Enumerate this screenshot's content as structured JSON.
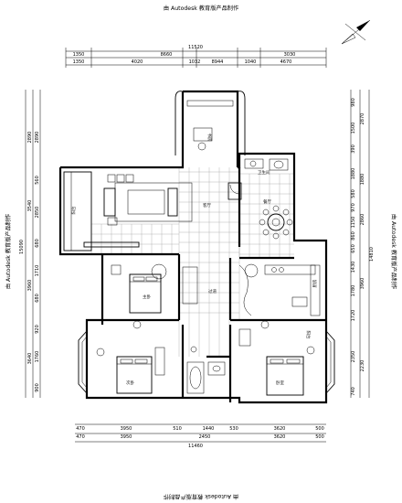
{
  "watermark": "由 Autodesk 教育版产品制作",
  "top_dims": {
    "overall": "11520",
    "row2": [
      "1350",
      "8660",
      "3030"
    ],
    "row3": [
      "1350",
      "4020",
      "1032",
      "8944",
      "1040",
      "4670"
    ]
  },
  "bottom_dims": {
    "row1": [
      "470",
      "3950",
      "510",
      "1440",
      "530",
      "3620",
      "500"
    ],
    "row2": [
      "470",
      "3950",
      "2450",
      "3620",
      "500"
    ],
    "overall": "11460"
  },
  "left_dims": {
    "outer": "15090",
    "inner": [
      "2890",
      "3540",
      "3960",
      "3640"
    ],
    "detail": [
      "2890",
      "560",
      "2850",
      "680",
      "1710",
      "680",
      "920",
      "1760",
      "900"
    ]
  },
  "right_dims": {
    "outer": "14810",
    "inner": [
      "2870",
      "1880",
      "2860",
      "3960",
      "2230"
    ],
    "detail": [
      "980",
      "1500",
      "390",
      "1880",
      "580",
      "970",
      "1150",
      "860",
      "650",
      "1430",
      "1780",
      "1720",
      "2350",
      "740"
    ]
  },
  "room_labels": [
    "阳台",
    "客厅",
    "餐厅",
    "过道",
    "厨房",
    "主卧",
    "次卧",
    "书房",
    "卫生间",
    "阳台",
    "卧室"
  ]
}
